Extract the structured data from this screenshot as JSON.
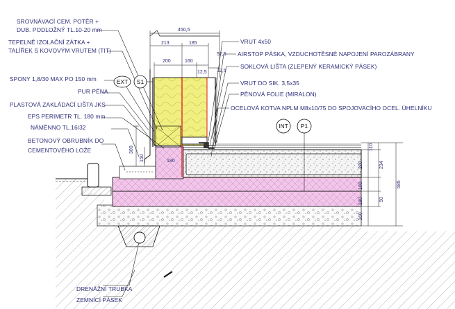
{
  "drawing": {
    "labels_left": [
      "SROVNÁVACÍ CEM. POTĚR +",
      "DUB. PODLOŽNÝ TL.10-20 mm",
      "TEPELNĚ IZOLAČNÍ ZÁTKA +",
      "TALÍŘEK S KOVOVÝM VRUTEM (TIT)",
      "SPONY 1,8/30 MAX PO 150 mm",
      "PUR PĚNA",
      "PLASTOVÁ ZAKLÁDACÍ LIŠTA JKS",
      "EPS PERIMETR TL. 180 mm",
      "NÁMĚNNO TL.16/32",
      "BETONOVÝ OBRUBNÍK DO",
      "CEMENTOVÉHO LOŽE"
    ],
    "labels_right": [
      "VRUT 4x50",
      "AIRSTOP PÁSKA, VZDUCHOTĚSNÉ NAPOJENÍ PAROZÁBRANY",
      "SOKLOVÁ LIŠTA (ZLEPENÝ KERAMICKÝ PÁSEK)",
      "VRUT DO SIK. 3,5x35",
      "PĚNOVÁ FOLIE (MIRALON)",
      "OCELOVÁ KOTVA NPLM M8x10/75 DO SPOJOVACÍHO OCEL. ÚHELNÍKU"
    ],
    "labels_bottom": [
      "DRENÁŽNÍ TRUBKA",
      "ZEMNÍCÍ PÁSEK"
    ],
    "tags": {
      "ext": "EXT",
      "s1": "S1",
      "int": "INT",
      "p1": "P1"
    },
    "dims_top": [
      "450,5",
      "213",
      "185",
      "52,5",
      "200",
      "160",
      "12,5",
      "12,5"
    ],
    "dims_right": [
      "110",
      "234",
      "200",
      "100",
      "50",
      "585",
      "160",
      "180"
    ],
    "dims_left": [
      "300",
      "150"
    ],
    "dim_inner": "180",
    "colors": {
      "ink": "#2d2d78",
      "insulation": "#f0f080",
      "pink": "#f2c6ea",
      "red": "#e01818",
      "line": "#111111"
    }
  }
}
